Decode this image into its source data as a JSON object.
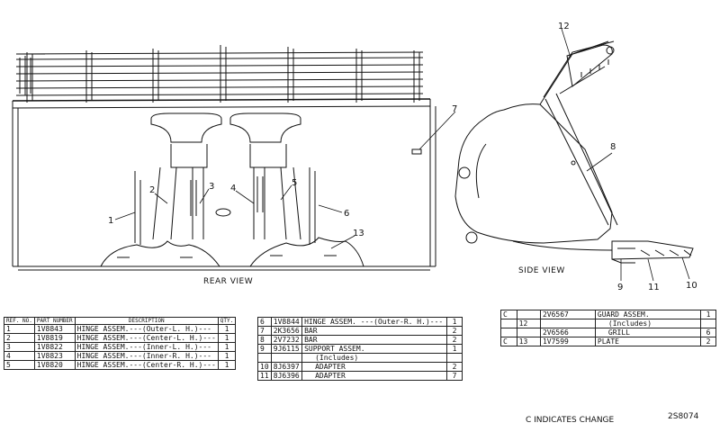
{
  "views": {
    "rear_caption": "REAR VIEW",
    "side_caption": "SIDE VIEW"
  },
  "callouts": {
    "rear": [
      "1",
      "2",
      "3",
      "4",
      "5",
      "6",
      "7",
      "13"
    ],
    "side": [
      "8",
      "9",
      "10",
      "11",
      "12"
    ]
  },
  "table1": {
    "headers": {
      "ref": "REF. NO.",
      "part": "PART NUMBER",
      "desc": "DESCRIPTION",
      "qty": "QTY."
    },
    "rows": [
      {
        "ref": "1",
        "part": "1V8843",
        "desc": "HINGE ASSEM.---(Outer-L. H.)---",
        "qty": "1"
      },
      {
        "ref": "2",
        "part": "1V8819",
        "desc": "HINGE ASSEM.---(Center-L. H.)---",
        "qty": "1"
      },
      {
        "ref": "3",
        "part": "1V8822",
        "desc": "HINGE ASSEM.---(Inner-L. H.)---",
        "qty": "1"
      },
      {
        "ref": "4",
        "part": "1V8823",
        "desc": "HINGE ASSEM.---(Inner-R. H.)---",
        "qty": "1"
      },
      {
        "ref": "5",
        "part": "1V8820",
        "desc": "HINGE ASSEM.---(Center-R. H.)---",
        "qty": "1"
      }
    ]
  },
  "table2": {
    "rows": [
      {
        "ref": "6",
        "part": "1V8844",
        "desc": "HINGE ASSEM. ---(Outer-R. H.)---",
        "qty": "1"
      },
      {
        "ref": "7",
        "part": "2K3656",
        "desc": "BAR",
        "qty": "2"
      },
      {
        "ref": "8",
        "part": "2V7232",
        "desc": "BAR",
        "qty": "2"
      },
      {
        "ref": "9",
        "part": "9J6115",
        "desc": "SUPPORT ASSEM.",
        "qty": "1"
      },
      {
        "ref": "",
        "part": "",
        "desc": "(Includes)",
        "qty": ""
      },
      {
        "ref": "10",
        "part": "8J6397",
        "desc": "ADAPTER",
        "qty": "2"
      },
      {
        "ref": "11",
        "part": "8J6396",
        "desc": "ADAPTER",
        "qty": "7"
      }
    ]
  },
  "table3": {
    "rows": [
      {
        "mark": "C",
        "ref": "",
        "part": "2V6567",
        "desc": "GUARD ASSEM.",
        "qty": "1"
      },
      {
        "mark": "",
        "ref": "12",
        "part": "",
        "desc": "(Includes)",
        "qty": ""
      },
      {
        "mark": "",
        "ref": "",
        "part": "2V6566",
        "desc": "GRILL",
        "qty": "6"
      },
      {
        "mark": "C",
        "ref": "13",
        "part": "1V7599",
        "desc": "PLATE",
        "qty": "2"
      }
    ]
  },
  "footer": {
    "note": "C INDICATES CHANGE",
    "drawing_number": "2S8074"
  }
}
